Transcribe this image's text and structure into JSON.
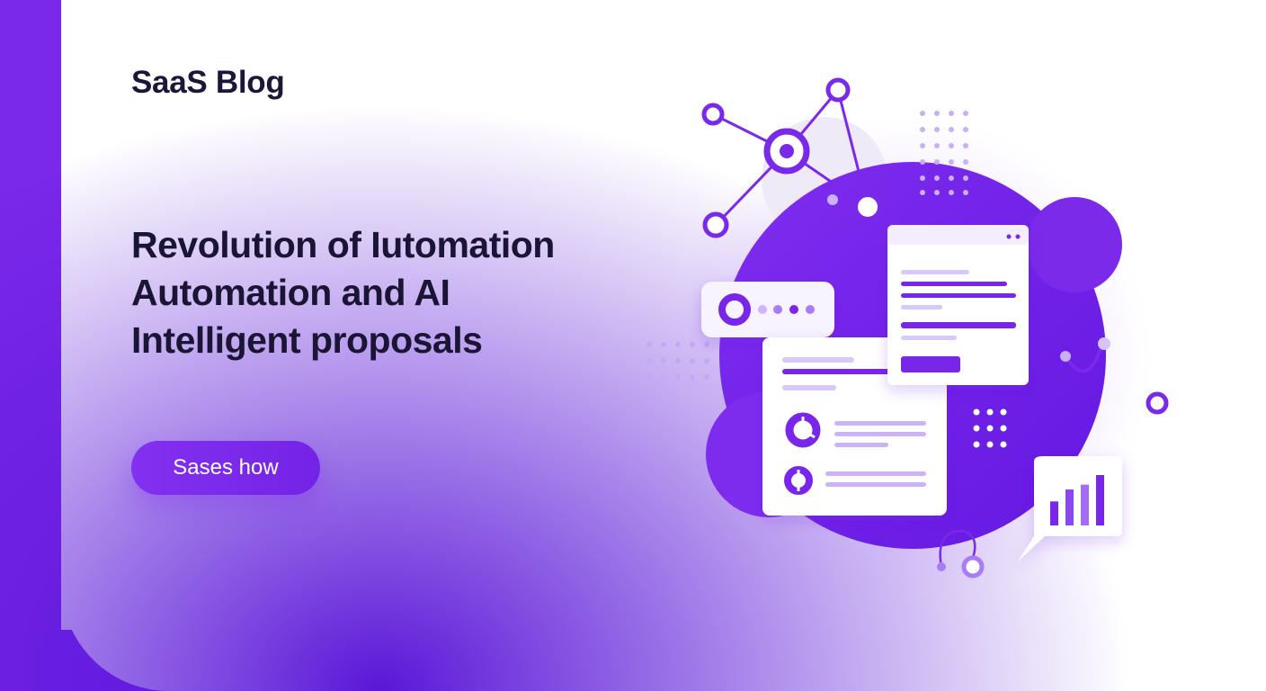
{
  "site": {
    "brand": "SaaS Blog"
  },
  "hero": {
    "headline_lines": [
      "Revolution of Iutomation",
      "Automation and AI",
      "Intelligent proposals"
    ],
    "cta_label": "Sases how"
  },
  "colors": {
    "accent": "#7a28ea",
    "accent_dark": "#5a16d8",
    "text_dark": "#1b1535",
    "background": "#ffffff"
  },
  "illustration": {
    "icons": [
      "network-nodes-icon",
      "browser-window-icon",
      "donut-chart-icon",
      "bar-chart-icon",
      "dot-grid-icon"
    ],
    "bar_chart_values": [
      2,
      3,
      3.4,
      4.2
    ]
  }
}
